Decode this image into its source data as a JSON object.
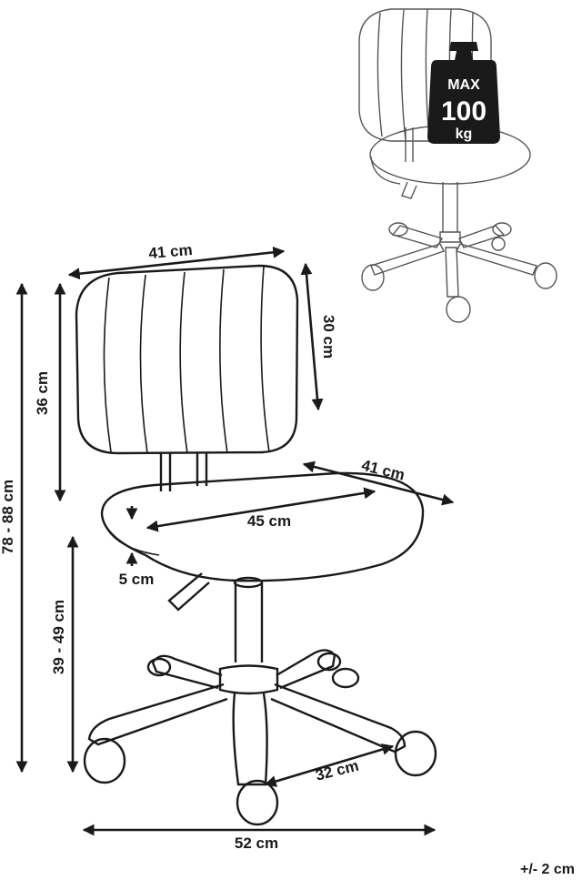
{
  "dimensions": {
    "backrest_width": "41 cm",
    "backrest_height_diag": "30 cm",
    "backrest_height": "36 cm",
    "total_height": "78 - 88 cm",
    "seat_width": "45 cm",
    "seat_depth": "41 cm",
    "seat_thickness": "5 cm",
    "seat_height": "39 - 49 cm",
    "base_radius": "32 cm",
    "base_width": "52 cm"
  },
  "weight_badge": {
    "line1": "MAX",
    "line2": "100",
    "line3": "kg"
  },
  "tolerance": "+/- 2 cm"
}
